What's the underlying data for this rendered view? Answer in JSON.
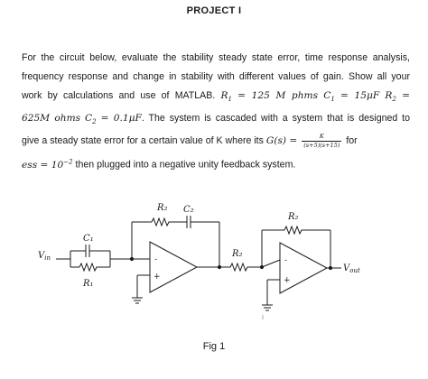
{
  "title": "PROJECT I",
  "para": {
    "l1": "For the circuit below, evaluate the stability steady state error, time response analysis,",
    "l2": "frequency response and change in stability with different values of gain. Show all your",
    "l3a": "work by calculations and use of MATLAB.",
    "l3b": "R",
    "l3c": "= 125 M phms",
    "l3d": "C",
    "l3e": "= 15μF",
    "l3f": "R",
    "l3g": "=",
    "l4a": "625M ohms",
    "l4b": "C",
    "l4c": "= 0.1μF",
    "l4d": ". The system is cascaded with a system that is designed to",
    "l5a": "give a steady state error for a certain value of K where its",
    "l5b": "G(s) =",
    "l5num": "K",
    "l5den": "(s+5)(s+15)",
    "l5c": "for",
    "l6a": "ess = 10",
    "l6exp": "−2",
    "l6b": "then plugged into a negative unity feedback system."
  },
  "sub": {
    "one": "1",
    "two": "2"
  },
  "circuit": {
    "r2_top": "R₂",
    "c2_top": "C₂",
    "c1": "C₁",
    "r1": "R₁",
    "vin": "V",
    "vin_sub": "in",
    "r2_mid": "R₂",
    "r2_right": "R₂",
    "vout": "V",
    "vout_sub": "out",
    "minus1": "-",
    "plus1": "+",
    "minus2": "-",
    "plus2": "+"
  },
  "figure_caption": "Fig 1"
}
